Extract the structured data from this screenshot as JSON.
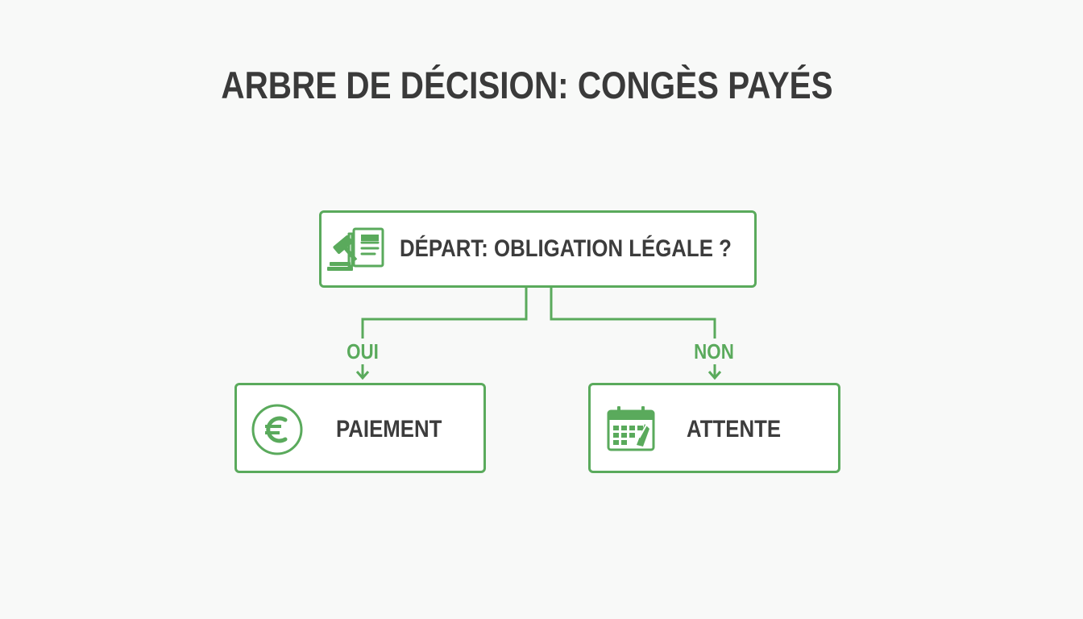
{
  "title": "ARBRE DE DÉCISION: CONGÈS PAYÉS",
  "colors": {
    "accent": "#5aaa5c",
    "text": "#3a3a3a",
    "background": "#f8f9f8"
  },
  "root": {
    "label": "DÉPART: OBLIGATION LÉGALE ?",
    "icon": "gavel-document-icon"
  },
  "branches": {
    "yes": {
      "label": "OUI",
      "node": {
        "label": "PAIEMENT",
        "icon": "euro-icon"
      }
    },
    "no": {
      "label": "NON",
      "node": {
        "label": "ATTENTE",
        "icon": "calendar-icon"
      }
    }
  }
}
